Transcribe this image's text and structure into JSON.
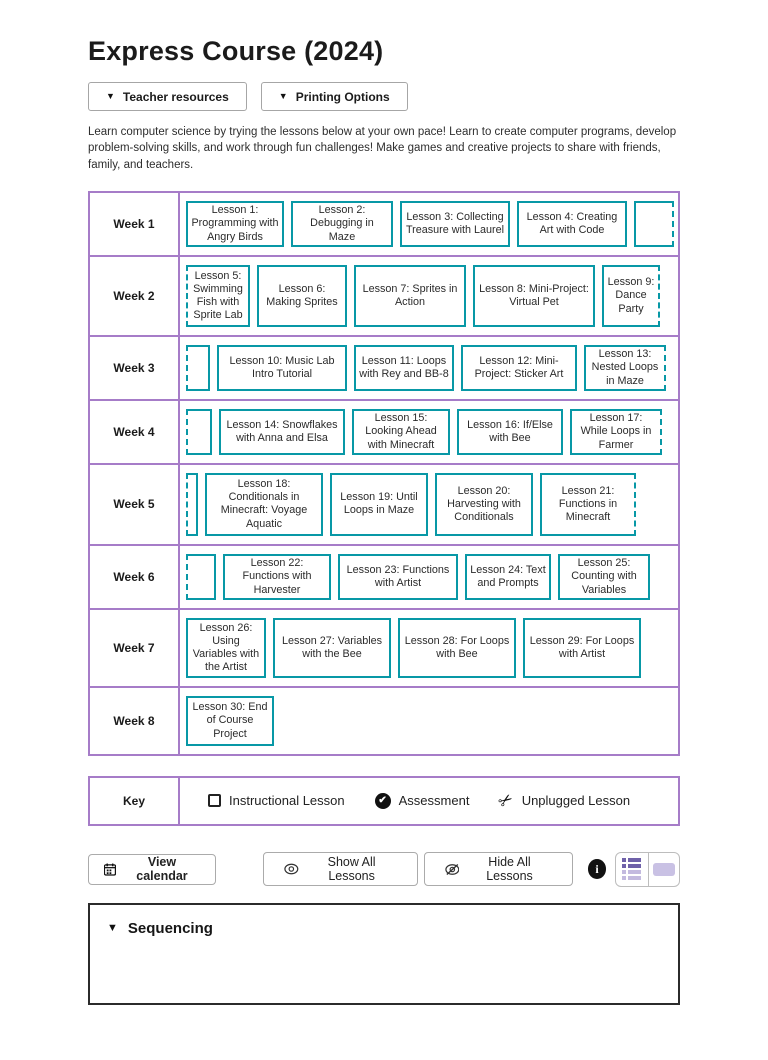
{
  "page": {
    "title": "Express Course (2024)",
    "description": "Learn computer science by trying the lessons below at your own pace! Learn to create computer programs, develop problem-solving skills, and work through fun challenges! Make games and creative projects to share with friends, family, and teachers."
  },
  "toolbar": {
    "teacher_resources": "Teacher resources",
    "printing_options": "Printing Options"
  },
  "colors": {
    "lesson_border_teal": "#0898a6",
    "table_border_purple": "#a67cc8",
    "toggle_dark_purple": "#6f61a9",
    "toggle_light_purple": "#c3badf"
  },
  "weeks": [
    {
      "label": "Week 1",
      "h": 64,
      "lessons": [
        {
          "title": "Lesson 1: Programming with Angry Birds",
          "w": 98,
          "edge": "solid"
        },
        {
          "title": "Lesson 2: Debugging in Maze",
          "w": 102,
          "edge": "solid"
        },
        {
          "title": "Lesson 3: Collecting Treasure with Laurel",
          "w": 110,
          "edge": "solid"
        },
        {
          "title": "Lesson 4: Creating Art with Code",
          "w": 110,
          "edge": "solid"
        },
        {
          "title": "",
          "stub": true,
          "w": 40,
          "edge": "dashed-right"
        }
      ]
    },
    {
      "label": "Week 2",
      "h": 80,
      "lessons": [
        {
          "title": "Lesson 5: Swimming Fish with Sprite Lab",
          "w": 64,
          "edge": "dashed-left"
        },
        {
          "title": "Lesson 6: Making Sprites",
          "w": 90,
          "edge": "solid"
        },
        {
          "title": "Lesson 7: Sprites in Action",
          "w": 112,
          "edge": "solid"
        },
        {
          "title": "Lesson 8: Mini-Project: Virtual Pet",
          "w": 122,
          "edge": "solid"
        },
        {
          "title": "Lesson 9: Dance Party",
          "w": 58,
          "edge": "dashed-right"
        }
      ]
    },
    {
      "label": "Week 3",
      "h": 64,
      "lessons": [
        {
          "title": "",
          "stub": true,
          "w": 24,
          "edge": "dashed-left"
        },
        {
          "title": "Lesson 10: Music Lab Intro Tutorial",
          "w": 130,
          "edge": "solid"
        },
        {
          "title": "Lesson 11: Loops with Rey and BB-8",
          "w": 100,
          "edge": "solid"
        },
        {
          "title": "Lesson 12: Mini-Project: Sticker Art",
          "w": 116,
          "edge": "solid"
        },
        {
          "title": "Lesson 13: Nested Loops in Maze",
          "w": 82,
          "edge": "dashed-right"
        }
      ]
    },
    {
      "label": "Week 4",
      "h": 64,
      "lessons": [
        {
          "title": "",
          "stub": true,
          "w": 26,
          "edge": "dashed-left"
        },
        {
          "title": "Lesson 14: Snowflakes with Anna and Elsa",
          "w": 126,
          "edge": "solid"
        },
        {
          "title": "Lesson 15: Looking Ahead with Minecraft",
          "w": 98,
          "edge": "solid"
        },
        {
          "title": "Lesson 16: If/Else with Bee",
          "w": 106,
          "edge": "solid"
        },
        {
          "title": "Lesson 17: While Loops in Farmer",
          "w": 92,
          "edge": "dashed-right"
        }
      ]
    },
    {
      "label": "Week 5",
      "h": 81,
      "lessons": [
        {
          "title": "",
          "stub": true,
          "w": 12,
          "edge": "dashed-left"
        },
        {
          "title": "Lesson 18: Conditionals in Minecraft: Voyage Aquatic",
          "w": 118,
          "edge": "solid"
        },
        {
          "title": "Lesson 19: Until Loops in Maze",
          "w": 98,
          "edge": "solid"
        },
        {
          "title": "Lesson 20: Harvesting with Conditionals",
          "w": 98,
          "edge": "solid"
        },
        {
          "title": "Lesson 21: Functions in Minecraft",
          "w": 96,
          "edge": "dashed-right"
        }
      ]
    },
    {
      "label": "Week 6",
      "h": 64,
      "lessons": [
        {
          "title": "",
          "stub": true,
          "w": 30,
          "edge": "dashed-left"
        },
        {
          "title": "Lesson 22: Functions with Harvester",
          "w": 108,
          "edge": "solid"
        },
        {
          "title": "Lesson 23: Functions with Artist",
          "w": 120,
          "edge": "solid"
        },
        {
          "title": "Lesson 24: Text and Prompts",
          "w": 86,
          "edge": "solid"
        },
        {
          "title": "Lesson 25: Counting with Variables",
          "w": 92,
          "edge": "solid"
        }
      ]
    },
    {
      "label": "Week 7",
      "h": 78,
      "lessons": [
        {
          "title": "Lesson 26: Using Variables with the Artist",
          "w": 80,
          "edge": "solid"
        },
        {
          "title": "Lesson 27: Variables with the Bee",
          "w": 118,
          "edge": "solid"
        },
        {
          "title": "Lesson 28: For Loops with Bee",
          "w": 118,
          "edge": "solid"
        },
        {
          "title": "Lesson 29: For Loops with Artist",
          "w": 118,
          "edge": "solid"
        }
      ]
    },
    {
      "label": "Week 8",
      "h": 66,
      "lessons": [
        {
          "title": "Lesson 30: End of Course Project",
          "w": 88,
          "edge": "solid"
        }
      ]
    }
  ],
  "key": {
    "label": "Key",
    "items": [
      {
        "icon": "square-outline-icon",
        "label": "Instructional Lesson"
      },
      {
        "icon": "check-circle-icon",
        "label": "Assessment"
      },
      {
        "icon": "scissors-icon",
        "label": "Unplugged Lesson"
      }
    ]
  },
  "actions": {
    "view_calendar": "View calendar",
    "show_all": "Show All Lessons",
    "hide_all": "Hide All Lessons",
    "check_glyph": "✔",
    "scissors_glyph": "✂",
    "info_glyph": "i",
    "caret_glyph": "▼"
  },
  "sequencing": {
    "label": "Sequencing"
  }
}
